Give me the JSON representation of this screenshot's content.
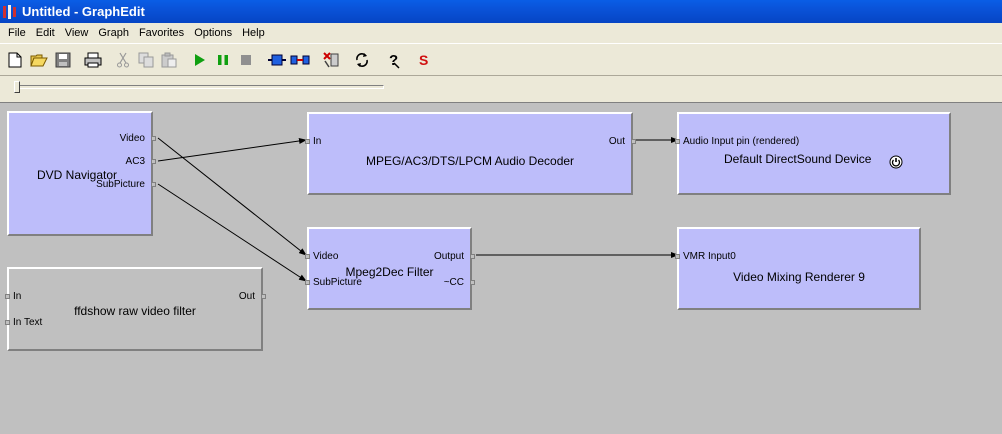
{
  "window": {
    "title": "Untitled - GraphEdit"
  },
  "menu": [
    "File",
    "Edit",
    "View",
    "Graph",
    "Favorites",
    "Options",
    "Help"
  ],
  "toolbar_icons": [
    "new-icon",
    "open-icon",
    "save-icon",
    "print-icon",
    "cut-icon",
    "copy-icon",
    "paste-icon",
    "play-icon",
    "pause-icon",
    "stop-icon",
    "insert-filter-icon",
    "render-pin-icon",
    "render-url-icon",
    "refresh-icon",
    "help-icon",
    "sync-icon"
  ],
  "seek": {
    "position": 0
  },
  "filters": {
    "dvd_nav": {
      "name": "DVD Navigator",
      "pins_out": [
        "Video",
        "AC3",
        "SubPicture"
      ]
    },
    "audio_dec": {
      "name": "MPEG/AC3/DTS/LPCM Audio Decoder",
      "pin_in": "In",
      "pin_out": "Out"
    },
    "dsound": {
      "name": "Default DirectSound Device",
      "pin_in": "Audio Input pin (rendered)"
    },
    "mpeg2dec": {
      "name": "Mpeg2Dec Filter",
      "pins_in": [
        "Video",
        "SubPicture"
      ],
      "pins_out": [
        "Output",
        "~CC"
      ]
    },
    "vmr9": {
      "name": "Video Mixing Renderer 9",
      "pin_in": "VMR Input0"
    },
    "ffdshow": {
      "name": "ffdshow raw video filter",
      "pins_in": [
        "In",
        "In Text"
      ],
      "pin_out": "Out"
    }
  },
  "colors": {
    "filter_fill": "#bdbdfa",
    "canvas": "#c0c0c0",
    "titlebar": "#0a52d8"
  }
}
